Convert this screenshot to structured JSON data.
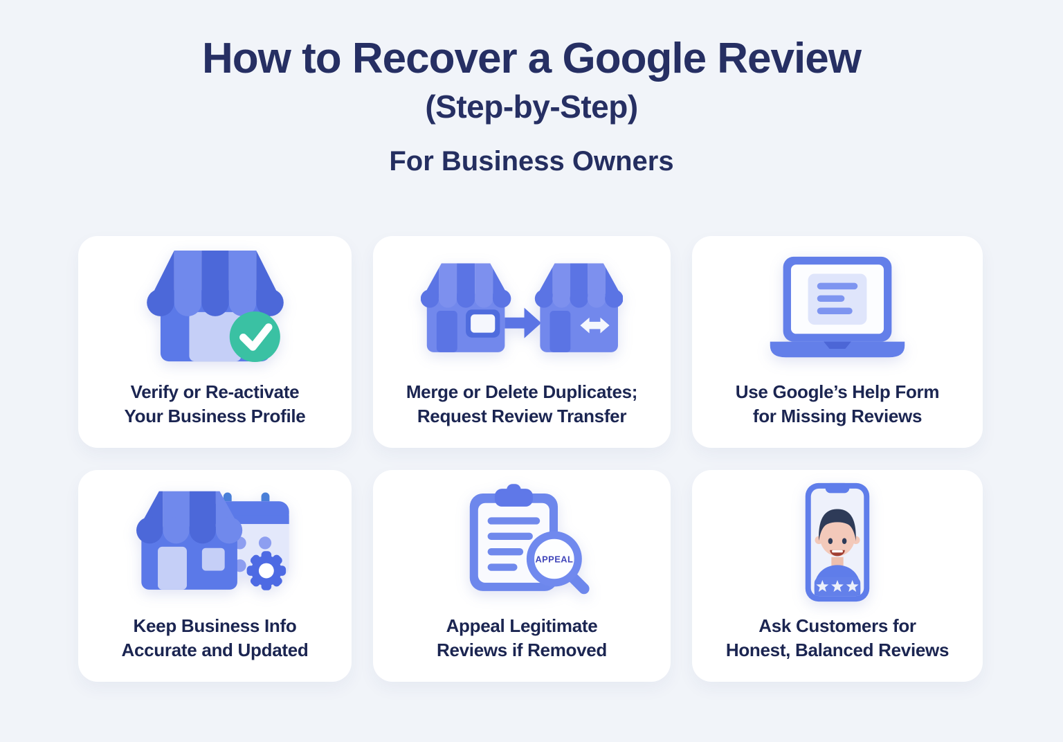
{
  "header": {
    "title": "How to Recover a Google Review",
    "subtitle": "(Step-by-Step)",
    "audience": "For Business Owners"
  },
  "cards": [
    {
      "icon": "storefront-verified-icon",
      "caption_line1": "Verify or Re-activate",
      "caption_line2": "Your Business Profile"
    },
    {
      "icon": "storefront-transfer-icon",
      "caption_line1": "Merge or Delete Duplicates;",
      "caption_line2": "Request Review Transfer"
    },
    {
      "icon": "laptop-help-form-icon",
      "caption_line1": "Use Google’s Help Form",
      "caption_line2": "for Missing Reviews"
    },
    {
      "icon": "storefront-calendar-gear-icon",
      "caption_line1": "Keep Business Info",
      "caption_line2": "Accurate and Updated"
    },
    {
      "icon": "clipboard-appeal-magnifier-icon",
      "magnifier_label": "APPEAL",
      "caption_line1": "Appeal Legitimate",
      "caption_line2": "Reviews if Removed"
    },
    {
      "icon": "phone-customer-stars-icon",
      "stars": 3,
      "caption_line1": "Ask Customers for",
      "caption_line2": "Honest, Balanced Reviews"
    }
  ],
  "colors": {
    "page_background": "#f1f4f9",
    "card_background": "#ffffff",
    "title_navy": "#262f63",
    "caption_navy": "#1b2551",
    "icon_blue": "#5b79e8",
    "icon_blue_dark": "#4c68d9",
    "icon_blue_light": "#7089ec",
    "store_body_light": "#7288ec",
    "icon_lavender": "#c5cff7",
    "icon_lavender_pale": "#dfe5fb",
    "check_teal": "#3ac1a3",
    "calendar_ring_blue": "#4a7fd8",
    "gear_blue": "#4d6ae3",
    "appeal_text_blue": "#4146ba",
    "skin_tone": "#f3c9ba",
    "hair_navy": "#2e3b58"
  }
}
